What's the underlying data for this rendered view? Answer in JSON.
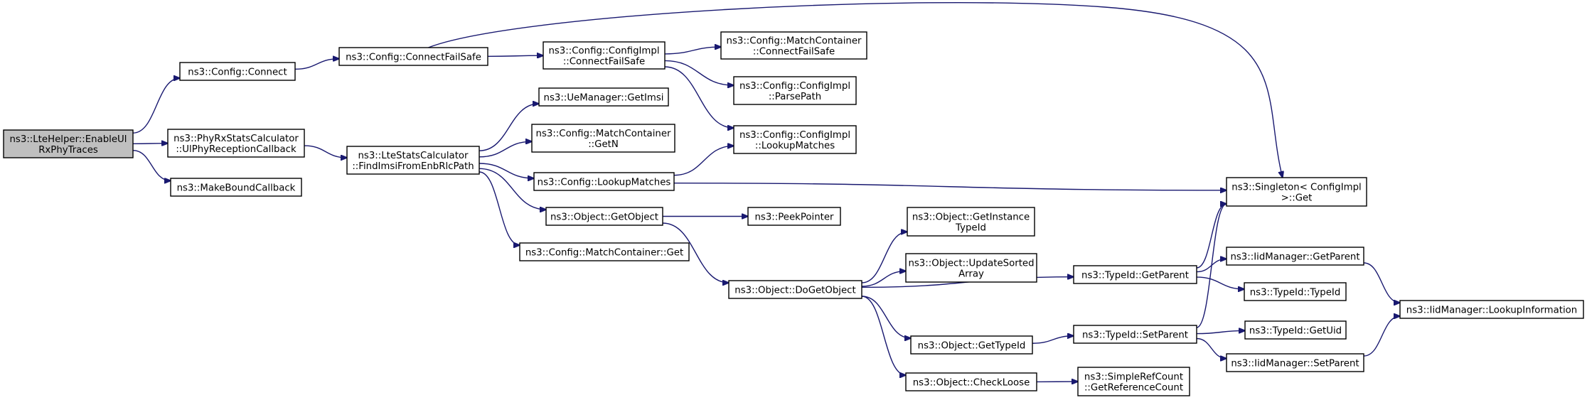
{
  "nodes": [
    {
      "id": "n1",
      "lines": [
        "ns3::LteHelper::EnableUl",
        "RxPhyTraces"
      ]
    },
    {
      "id": "n2",
      "lines": [
        "ns3::Config::Connect"
      ]
    },
    {
      "id": "n3",
      "lines": [
        "ns3::PhyRxStatsCalculator",
        "::UlPhyReceptionCallback"
      ]
    },
    {
      "id": "n4",
      "lines": [
        "ns3::MakeBoundCallback"
      ]
    },
    {
      "id": "n5",
      "lines": [
        "ns3::Config::ConnectFailSafe"
      ]
    },
    {
      "id": "n6",
      "lines": [
        "ns3::LteStatsCalculator",
        "::FindImsiFromEnbRlcPath"
      ]
    },
    {
      "id": "n7",
      "lines": [
        "ns3::Config::ConfigImpl",
        "::ConnectFailSafe"
      ]
    },
    {
      "id": "n8",
      "lines": [
        "ns3::UeManager::GetImsi"
      ]
    },
    {
      "id": "n9",
      "lines": [
        "ns3::Config::MatchContainer",
        "::GetN"
      ]
    },
    {
      "id": "n10",
      "lines": [
        "ns3::Config::LookupMatches"
      ]
    },
    {
      "id": "n11",
      "lines": [
        "ns3::Object::GetObject"
      ]
    },
    {
      "id": "n12",
      "lines": [
        "ns3::Config::MatchContainer::Get"
      ]
    },
    {
      "id": "n13",
      "lines": [
        "ns3::Config::MatchContainer",
        "::ConnectFailSafe"
      ]
    },
    {
      "id": "n14",
      "lines": [
        "ns3::Config::ConfigImpl",
        "::ParsePath"
      ]
    },
    {
      "id": "n15",
      "lines": [
        "ns3::Config::ConfigImpl",
        "::LookupMatches"
      ]
    },
    {
      "id": "n16",
      "lines": [
        "ns3::Singleton< ConfigImpl",
        " >::Get"
      ]
    },
    {
      "id": "n17",
      "lines": [
        "ns3::PeekPointer"
      ]
    },
    {
      "id": "n18",
      "lines": [
        "ns3::Object::DoGetObject"
      ]
    },
    {
      "id": "n19",
      "lines": [
        "ns3::Object::GetInstance",
        "TypeId"
      ]
    },
    {
      "id": "n20",
      "lines": [
        "ns3::Object::UpdateSorted",
        "Array"
      ]
    },
    {
      "id": "n21",
      "lines": [
        "ns3::Object::GetTypeId"
      ]
    },
    {
      "id": "n22",
      "lines": [
        "ns3::Object::CheckLoose"
      ]
    },
    {
      "id": "n23",
      "lines": [
        "ns3::TypeId::GetParent"
      ]
    },
    {
      "id": "n24",
      "lines": [
        "ns3::TypeId::SetParent"
      ]
    },
    {
      "id": "n25",
      "lines": [
        "ns3::SimpleRefCount",
        "::GetReferenceCount"
      ]
    },
    {
      "id": "n26",
      "lines": [
        "ns3::IidManager::GetParent"
      ]
    },
    {
      "id": "n27",
      "lines": [
        "ns3::TypeId::TypeId"
      ]
    },
    {
      "id": "n28",
      "lines": [
        "ns3::TypeId::GetUid"
      ]
    },
    {
      "id": "n29",
      "lines": [
        "ns3::IidManager::SetParent"
      ]
    },
    {
      "id": "n30",
      "lines": [
        "ns3::IidManager::LookupInformation"
      ]
    }
  ],
  "edges": [
    [
      "n1",
      "n2"
    ],
    [
      "n1",
      "n3"
    ],
    [
      "n1",
      "n4"
    ],
    [
      "n2",
      "n5"
    ],
    [
      "n3",
      "n6"
    ],
    [
      "n5",
      "n7"
    ],
    [
      "n5",
      "n16"
    ],
    [
      "n6",
      "n8"
    ],
    [
      "n6",
      "n9"
    ],
    [
      "n6",
      "n10"
    ],
    [
      "n6",
      "n11"
    ],
    [
      "n6",
      "n12"
    ],
    [
      "n7",
      "n13"
    ],
    [
      "n7",
      "n14"
    ],
    [
      "n7",
      "n15"
    ],
    [
      "n10",
      "n15"
    ],
    [
      "n10",
      "n16"
    ],
    [
      "n11",
      "n17"
    ],
    [
      "n11",
      "n18"
    ],
    [
      "n18",
      "n19"
    ],
    [
      "n18",
      "n20"
    ],
    [
      "n18",
      "n23"
    ],
    [
      "n18",
      "n21"
    ],
    [
      "n18",
      "n22"
    ],
    [
      "n21",
      "n24"
    ],
    [
      "n22",
      "n25"
    ],
    [
      "n23",
      "n16"
    ],
    [
      "n23",
      "n26"
    ],
    [
      "n23",
      "n27"
    ],
    [
      "n24",
      "n16"
    ],
    [
      "n24",
      "n28"
    ],
    [
      "n24",
      "n29"
    ],
    [
      "n26",
      "n30"
    ],
    [
      "n29",
      "n30"
    ]
  ],
  "colors": {
    "edge": "#191970",
    "root_fill": "#bfbfbf",
    "box_stroke": "#000000"
  }
}
